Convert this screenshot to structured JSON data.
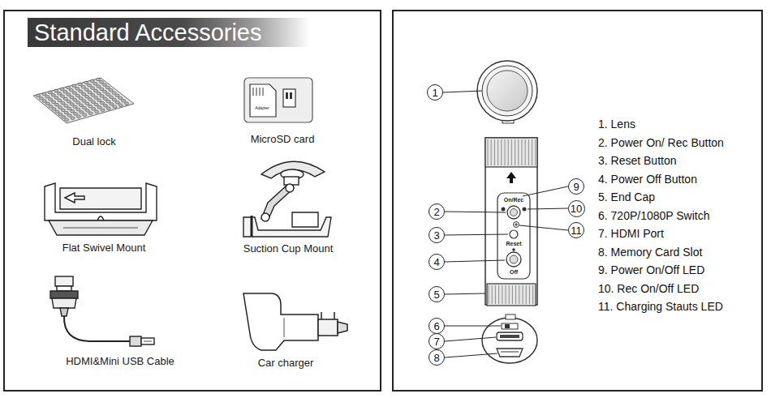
{
  "diagram": {
    "nodes": [
      {
        "text": [
          "Standard Accessories"
        ]
      },
      {
        "text": [
          "1. Lens",
          "2. Power On/ Rec Button",
          "3. Reset Button",
          "4. Power Off Button",
          "5. End Cap",
          "6. 720P/1080P Switch",
          "7. HDMI Port",
          "8. Memory Card Slot",
          "9. Power On/Off LED",
          "10. Rec On/Off LED",
          "11. Charging Stauts LED"
        ]
      },
      {
        "text": [
          "1"
        ],
        "in": 1
      },
      {
        "text": [
          "2"
        ],
        "in": 1
      },
      {
        "text": [
          "3"
        ],
        "in": 1
      },
      {
        "text": [
          "4"
        ],
        "in": 1
      },
      {
        "text": [
          "5"
        ],
        "in": 1
      },
      {
        "text": [
          "6"
        ],
        "in": 1
      },
      {
        "text": [
          "7"
        ],
        "in": 1
      },
      {
        "text": [
          "8"
        ],
        "in": 1
      },
      {
        "text": [
          "9"
        ],
        "in": 1
      },
      {
        "text": [
          "10"
        ],
        "in": 1
      },
      {
        "text": [
          "11"
        ],
        "in": 1
      }
    ],
    "labels": [
      "Dual lock",
      "MicroSD card",
      "Flat Swivel Mount",
      "Suction Cup Mount",
      "HDMI&Mini USB Cable",
      "Car charger",
      "Adapter",
      "On/Rec",
      "Reset",
      "Off"
    ]
  }
}
